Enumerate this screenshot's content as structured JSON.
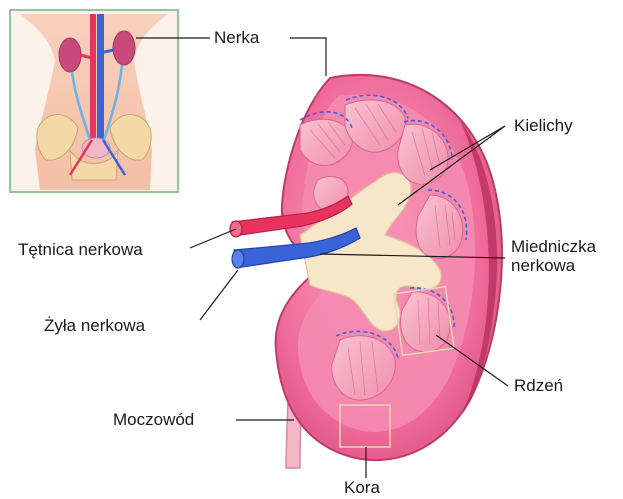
{
  "labels": {
    "nerka": "Nerka",
    "kielichy": "Kielichy",
    "tetnica": "Tętnica nerkowa",
    "miedniczka_line1": "Miedniczka",
    "miedniczka_line2": "nerkowa",
    "zyla": "Żyła nerkowa",
    "rdzen": "Rdzeń",
    "moczowod": "Moczowód",
    "kora": "Kora"
  },
  "colors": {
    "cortex": "#f06c9a",
    "medulla": "#f5a6bf",
    "pelvis": "#f7e6c8",
    "artery": "#e8335f",
    "vein": "#3a63d8",
    "ureter": "#f3b7c5",
    "inset_border": "#8fc79a"
  }
}
